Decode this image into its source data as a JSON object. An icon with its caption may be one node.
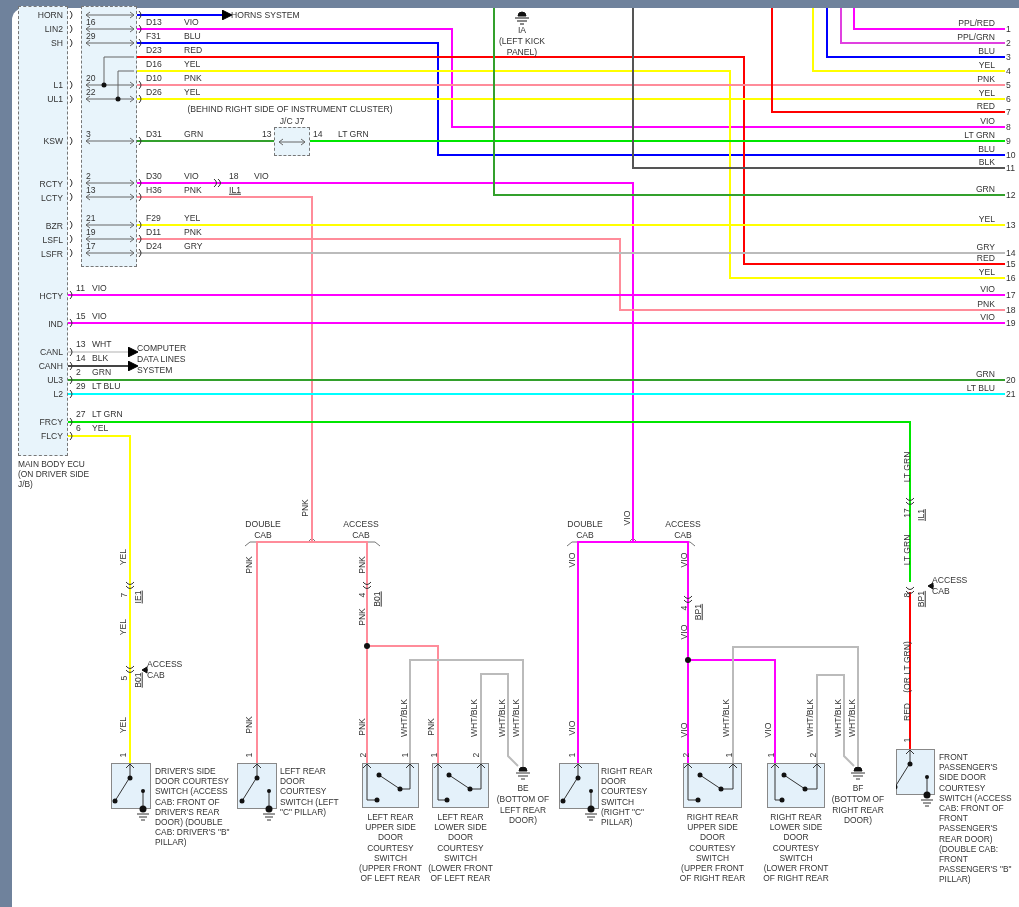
{
  "diagram": {
    "nodes": [
      {
        "text": [
          "MAIN BODY ECU (ON DRIVER SIDE J/B)"
        ]
      },
      {
        "text": [],
        "shape": "box"
      },
      {
        "text": [
          "HORNS SYSTEM"
        ]
      },
      {
        "text": [
          "J/C J7"
        ],
        "beside": [
          "(BEHIND RIGHT SIDE OF INSTRUMENT CLUSTER)"
        ]
      },
      {
        "text": [
          "COMPUTER DATA LINES SYSTEM"
        ]
      },
      {
        "text": [
          "DRIVER'S SIDE DOOR COURTESY SWITCH (ACCESS CAB: FRONT OF DRIVER'S REAR DOOR) (DOUBLE CAB: DRIVER'S \"B\" PILLAR)"
        ]
      },
      {
        "text": [
          "LEFT REAR DOOR COURTESY SWITCH (LEFT \"C\" PILLAR)"
        ]
      },
      {
        "text": [
          "LEFT REAR UPPER SIDE DOOR COURTESY SWITCH (UPPER FRONT OF LEFT REAR"
        ]
      },
      {
        "text": [
          "LEFT REAR LOWER SIDE DOOR COURTESY SWITCH (LOWER FRONT OF LEFT REAR"
        ]
      },
      {
        "text": [
          "BE",
          "(BOTTOM OF LEFT REAR DOOR)"
        ]
      },
      {
        "text": [
          "RIGHT REAR DOOR COURTESY SWITCH (RIGHT \"C\" PILLAR)"
        ]
      },
      {
        "text": [
          "RIGHT REAR UPPER SIDE DOOR COURTESY SWITCH (UPPER FRONT OF RIGHT REAR"
        ]
      },
      {
        "text": [
          "RIGHT REAR LOWER SIDE DOOR COURTESY SWITCH (LOWER FRONT OF RIGHT REAR"
        ]
      },
      {
        "text": [
          "BF",
          "(BOTTOM OF RIGHT REAR DOOR)"
        ]
      },
      {
        "text": [
          "FRONT PASSENGER'S SIDE DOOR COURTESY SWITCH (ACCESS CAB: FRONT OF FRONT PASSENGER'S REAR DOOR) (DOUBLE CAB: FRONT PASSENGER'S \"B\" PILLAR)"
        ]
      },
      {
        "text": [],
        "shape": "connector"
      },
      {
        "text": [
          "1"
        ],
        "beside": [
          "PPL/RED"
        ]
      },
      {
        "text": [
          "2"
        ],
        "beside": [
          "PPL/GRN"
        ]
      },
      {
        "text": [
          "3"
        ],
        "beside": [
          "BLU"
        ]
      },
      {
        "text": [
          "4"
        ],
        "beside": [
          "YEL"
        ]
      },
      {
        "text": [
          "5"
        ],
        "beside": [
          "PNK"
        ]
      },
      {
        "text": [
          "6"
        ],
        "beside": [
          "YEL"
        ]
      },
      {
        "text": [
          "7"
        ],
        "beside": [
          "RED"
        ]
      },
      {
        "text": [
          "8"
        ],
        "beside": [
          "VIO"
        ]
      },
      {
        "text": [
          "9"
        ],
        "beside": [
          "LT GRN"
        ]
      },
      {
        "text": [
          "10"
        ],
        "beside": [
          "BLU"
        ]
      },
      {
        "text": [
          "11"
        ],
        "beside": [
          "BLK"
        ]
      },
      {
        "text": [
          "12"
        ],
        "beside": [
          "GRN"
        ]
      },
      {
        "text": [
          "13"
        ],
        "beside": [
          "YEL"
        ]
      },
      {
        "text": [
          "14"
        ],
        "beside": [
          "GRY"
        ]
      },
      {
        "text": [
          "15"
        ],
        "beside": [
          "RED"
        ]
      },
      {
        "text": [
          "16"
        ],
        "beside": [
          "YEL"
        ]
      },
      {
        "text": [
          "17"
        ],
        "beside": [
          "VIO"
        ]
      },
      {
        "text": [
          "18"
        ],
        "beside": [
          "PNK"
        ]
      },
      {
        "text": [
          "19"
        ],
        "beside": [
          "VIO"
        ]
      },
      {
        "text": [
          "20"
        ],
        "beside": [
          "GRN"
        ]
      },
      {
        "text": [
          "21"
        ],
        "beside": [
          "LT BLU"
        ]
      }
    ],
    "edges": [
      {
        "from": 1,
        "to": 2,
        "arrow": "to",
        "color": "#0000ff"
      },
      {
        "from": 1,
        "to": 23,
        "arrow": "none",
        "color": "#ff00ff"
      },
      {
        "from": 1,
        "to": 25,
        "arrow": "none",
        "color": "#0000ff"
      },
      {
        "from": 1,
        "to": 30,
        "arrow": "none",
        "color": "#ff0000"
      },
      {
        "from": 1,
        "to": 31,
        "arrow": "none",
        "color": "#ffff00"
      },
      {
        "from": 1,
        "to": 20,
        "arrow": "none",
        "color": "#ff8c9a"
      },
      {
        "from": 1,
        "to": 21,
        "arrow": "none",
        "color": "#ffff00"
      },
      {
        "from": 1,
        "to": 3,
        "arrow": "none",
        "color": "#33a02c"
      },
      {
        "from": 3,
        "to": 24,
        "arrow": "none",
        "color": "#00e600"
      },
      {
        "from": 1,
        "to": 10,
        "arrow": "none",
        "color": "#ff00ff"
      },
      {
        "from": 1,
        "to": 11,
        "arrow": "none",
        "color": "#ff00ff"
      },
      {
        "from": 1,
        "to": 12,
        "arrow": "none",
        "color": "#ff00ff"
      },
      {
        "from": 1,
        "to": 6,
        "arrow": "none",
        "color": "#ff8c9a"
      },
      {
        "from": 1,
        "to": 7,
        "arrow": "none",
        "color": "#ff8c9a"
      },
      {
        "from": 1,
        "to": 8,
        "arrow": "none",
        "color": "#ff8c9a"
      },
      {
        "from": 1,
        "to": 28,
        "arrow": "none",
        "color": "#ffff00"
      },
      {
        "from": 1,
        "to": 33,
        "arrow": "none",
        "color": "#ff8c9a"
      },
      {
        "from": 1,
        "to": 29,
        "arrow": "none",
        "color": "#bbbbbb"
      },
      {
        "from": 0,
        "to": 32,
        "arrow": "none",
        "color": "#ff00ff"
      },
      {
        "from": 0,
        "to": 34,
        "arrow": "none",
        "color": "#ff00ff"
      },
      {
        "from": 0,
        "to": 4,
        "arrow": "to",
        "color": "#d8d8d8"
      },
      {
        "from": 0,
        "to": 4,
        "arrow": "to",
        "color": "#444444"
      },
      {
        "from": 0,
        "to": 35,
        "arrow": "none",
        "color": "#33a02c"
      },
      {
        "from": 0,
        "to": 36,
        "arrow": "none",
        "color": "#00ffff"
      },
      {
        "from": 0,
        "to": 15,
        "arrow": "none",
        "color": "#00e600"
      },
      {
        "from": 0,
        "to": 5,
        "arrow": "none",
        "color": "#ffff00"
      },
      {
        "from": 7,
        "to": 9,
        "arrow": "none",
        "color": "#bbbbbb"
      },
      {
        "from": 8,
        "to": 9,
        "arrow": "none",
        "color": "#bbbbbb"
      },
      {
        "from": 11,
        "to": 13,
        "arrow": "none",
        "color": "#bbbbbb"
      },
      {
        "from": 12,
        "to": 13,
        "arrow": "none",
        "color": "#bbbbbb"
      },
      {
        "from": 15,
        "to": 14,
        "arrow": "none",
        "color": "#ff0000"
      },
      {
        "from": null,
        "to": 16,
        "arrow": "none",
        "color": "#ff00ff"
      },
      {
        "from": null,
        "to": 17,
        "arrow": "none",
        "color": "#e040e0"
      },
      {
        "from": null,
        "to": 18,
        "arrow": "none",
        "color": "#0000ff"
      },
      {
        "from": null,
        "to": 19,
        "arrow": "none",
        "color": "#ffff00"
      },
      {
        "from": null,
        "to": 22,
        "arrow": "none",
        "color": "#ff0000"
      },
      {
        "from": null,
        "to": 26,
        "arrow": "none",
        "color": "#555555"
      },
      {
        "from": null,
        "to": 27,
        "arrow": "none",
        "color": "#33a02c"
      }
    ],
    "labels": [
      "HORN",
      "LIN2",
      "SH",
      "L1",
      "UL1",
      "KSW",
      "RCTY",
      "LCTY",
      "BZR",
      "LSFL",
      "LSFR",
      "HCTY",
      "IND",
      "CANL",
      "CANH",
      "UL3",
      "L2",
      "FRCY",
      "FLCY",
      "16",
      "29",
      "20",
      "22",
      "3",
      "2",
      "13",
      "21",
      "19",
      "17",
      "D13",
      "VIO",
      "F31",
      "BLU",
      "D23",
      "RED",
      "D16",
      "YEL",
      "D10",
      "PNK",
      "D26",
      "YEL",
      "D31",
      "GRN",
      "13",
      "14",
      "LT GRN",
      "D30",
      "VIO",
      "18",
      "VIO",
      "H36",
      "PNK",
      "IL1",
      "F29",
      "YEL",
      "D11",
      "PNK",
      "D24",
      "GRY",
      "IA",
      "(LEFT KICK PANEL)",
      "11",
      "VIO",
      "15",
      "VIO",
      "13",
      "WHT",
      "14",
      "BLK",
      "2",
      "GRN",
      "29",
      "LT BLU",
      "27",
      "LT GRN",
      "6",
      "YEL",
      "DOUBLE CAB",
      "PNK",
      "ACCESS CAB",
      "PNK",
      "PNK",
      "4",
      "B01",
      "PNK",
      "PNK",
      "PNK",
      "WHT/BLK",
      "PNK",
      "WHT/BLK",
      "WHT/BLK",
      "WHT/BLK",
      "1",
      "2",
      "1",
      "1",
      "2",
      "YEL",
      "7",
      "IE1",
      "YEL",
      "5",
      "B01",
      "ACCESS CAB",
      "YEL",
      "1",
      "DOUBLE CAB",
      "VIO",
      "ACCESS CAB",
      "VIO",
      "VIO",
      "4",
      "BP1",
      "VIO",
      "VIO",
      "VIO",
      "WHT/BLK",
      "VIO",
      "WHT/BLK",
      "WHT/BLK",
      "WHT/BLK",
      "1",
      "2",
      "1",
      "1",
      "2",
      "LT GRN",
      "17",
      "IL1",
      "LT GRN",
      "8",
      "BP1",
      "ACCESS CAB",
      "(OR LT GRN)",
      "RED",
      "1"
    ]
  }
}
